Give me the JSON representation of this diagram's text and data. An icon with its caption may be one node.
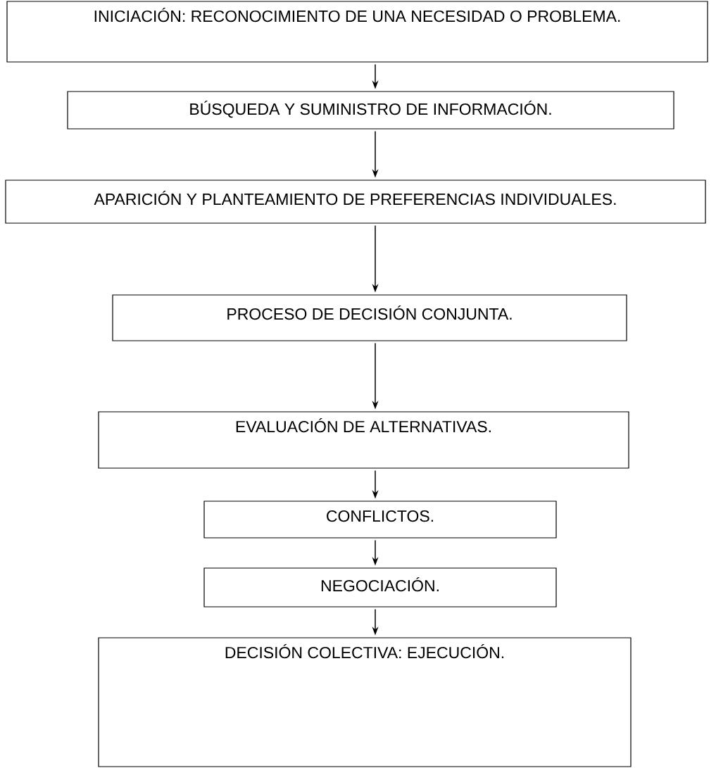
{
  "diagram": {
    "nodes": [
      {
        "text": [
          "INICIACIÓN: RECONOCIMIENTO DE UNA NECESIDAD O PROBLEMA."
        ]
      },
      {
        "text": [
          "BÚSQUEDA Y SUMINISTRO DE INFORMACIÓN."
        ]
      },
      {
        "text": [
          "APARICIÓN Y PLANTEAMIENTO DE PREFERENCIAS INDIVIDUALES."
        ]
      },
      {
        "text": [
          "PROCESO DE DECISIÓN CONJUNTA."
        ]
      },
      {
        "text": [
          "EVALUACIÓN DE ALTERNATIVAS."
        ]
      },
      {
        "text": [
          "CONFLICTOS."
        ]
      },
      {
        "text": [
          "NEGOCIACIÓN."
        ]
      },
      {
        "text": [
          "DECISIÓN COLECTIVA: EJECUCIÓN."
        ]
      }
    ],
    "edges": [
      {
        "from": 0,
        "to": 1,
        "arrow": "to"
      },
      {
        "from": 1,
        "to": 2,
        "arrow": "to"
      },
      {
        "from": 2,
        "to": 3,
        "arrow": "to"
      },
      {
        "from": 3,
        "to": 4,
        "arrow": "to"
      },
      {
        "from": 4,
        "to": 5,
        "arrow": "to"
      },
      {
        "from": 5,
        "to": 6,
        "arrow": "to"
      },
      {
        "from": 6,
        "to": 7,
        "arrow": "to"
      }
    ]
  }
}
